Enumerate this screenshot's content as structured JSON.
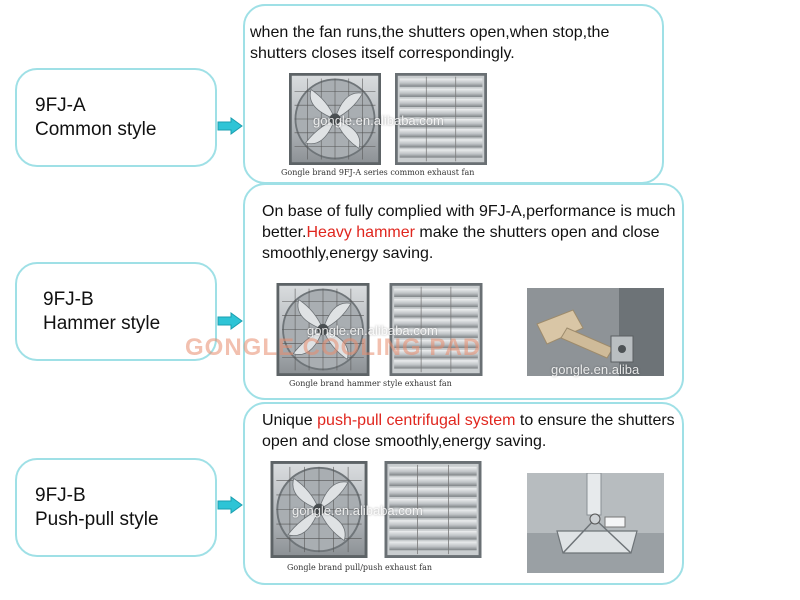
{
  "sections": [
    {
      "model": "9FJ-A",
      "style": "Common style",
      "desc_parts": [
        "when the fan runs,the shutters open,when stop,the shutters closes itself correspondingly."
      ],
      "caption": "Gongle brand 9FJ-A series common exhaust fan"
    },
    {
      "model": "9FJ-B",
      "style": "Hammer style",
      "desc_parts": [
        "On base of fully complied with 9FJ-A,performance is much better.",
        "Heavy hammer",
        " make the shutters open and close smoothly,energy saving."
      ],
      "caption": "Gongle brand hammer style exhaust fan"
    },
    {
      "model": "9FJ-B",
      "style": "Push-pull style",
      "desc_parts": [
        "Unique ",
        "push-pull centrifugal system",
        " to ensure the shutters open and close smoothly,energy saving."
      ],
      "caption": "Gongle brand pull/push exhaust fan"
    }
  ],
  "watermarks": {
    "site": "gongle.en.alibaba.com",
    "site_short": "gongle.en.aliba",
    "brand": "GONGLE COOLING PAD"
  },
  "colors": {
    "border": "#9fe0e6",
    "arrow": "#2ec4d6",
    "highlight": "#e0261e"
  },
  "icons": [
    "right-arrow-icon",
    "exhaust-fan-icon",
    "shutter-panel-icon",
    "hammer-mechanism-icon",
    "pushpull-mechanism-icon"
  ]
}
